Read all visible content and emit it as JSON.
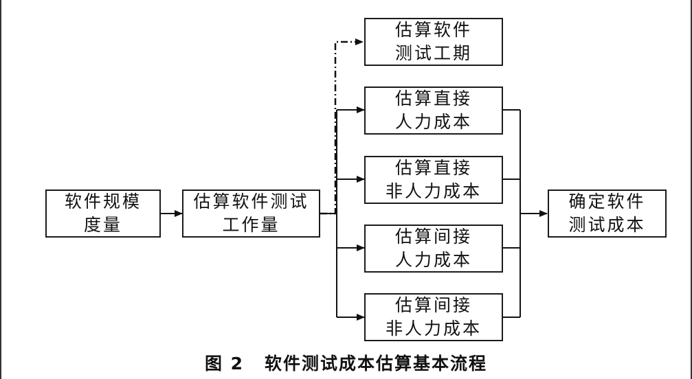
{
  "diagram": {
    "nodes": {
      "scale": [
        "软件规模",
        "度量"
      ],
      "effort": [
        "估算软件测试",
        "工作量"
      ],
      "period": [
        "估算软件",
        "测试工期"
      ],
      "direct_labor": [
        "估算直接",
        "人力成本"
      ],
      "direct_nonlabor": [
        "估算直接",
        "非人力成本"
      ],
      "indirect_labor": [
        "估算间接",
        "人力成本"
      ],
      "indirect_nonlabor": [
        "估算间接",
        "非人力成本"
      ],
      "total": [
        "确定软件",
        "测试成本"
      ]
    },
    "edges": [
      {
        "from": "scale",
        "to": "effort",
        "style": "solid"
      },
      {
        "from": "effort",
        "to": "period",
        "style": "dash-dot"
      },
      {
        "from": "effort",
        "to": "direct_labor",
        "style": "solid"
      },
      {
        "from": "effort",
        "to": "direct_nonlabor",
        "style": "solid"
      },
      {
        "from": "effort",
        "to": "indirect_labor",
        "style": "solid"
      },
      {
        "from": "effort",
        "to": "indirect_nonlabor",
        "style": "solid"
      },
      {
        "from": "direct_labor",
        "to": "total",
        "style": "solid"
      },
      {
        "from": "direct_nonlabor",
        "to": "total",
        "style": "solid"
      },
      {
        "from": "indirect_labor",
        "to": "total",
        "style": "solid"
      },
      {
        "from": "indirect_nonlabor",
        "to": "total",
        "style": "solid"
      }
    ]
  },
  "caption": {
    "number": "图 2",
    "title": "软件测试成本估算基本流程"
  }
}
